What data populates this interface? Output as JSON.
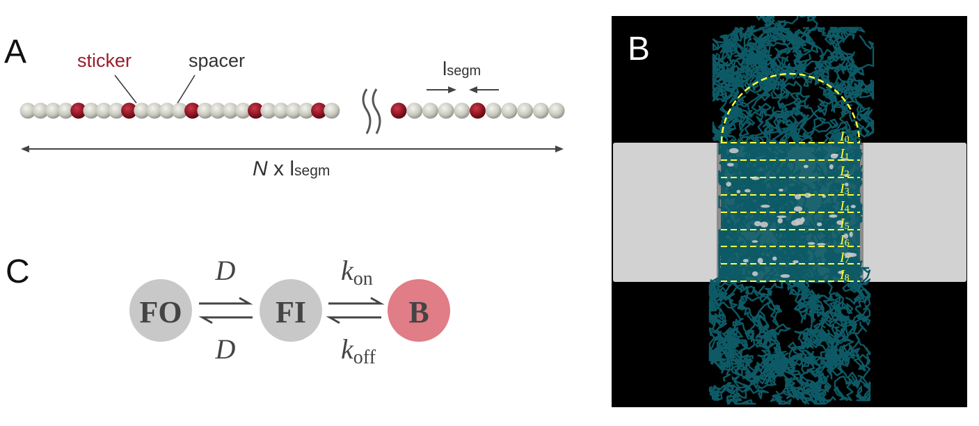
{
  "panels": {
    "a": {
      "letter": "A"
    },
    "b": {
      "letter": "B"
    },
    "c": {
      "letter": "C"
    }
  },
  "panel_a": {
    "sticker_label": "sticker",
    "spacer_label": "spacer",
    "segment_symbol": "l",
    "segment_subscript": "segm",
    "length_N": "N",
    "length_times": " x ",
    "length_symbol": "l",
    "length_subscript": "segm",
    "colors": {
      "sticker": "#9b1b2a",
      "spacer": "#c8c8c0",
      "arrow": "#444444"
    },
    "chain_left": [
      "spacer",
      "spacer",
      "spacer",
      "spacer",
      "sticker",
      "spacer",
      "spacer",
      "spacer",
      "sticker",
      "spacer",
      "spacer",
      "spacer",
      "spacer",
      "sticker",
      "spacer",
      "spacer",
      "spacer",
      "spacer",
      "sticker",
      "spacer",
      "spacer",
      "spacer",
      "spacer",
      "sticker",
      "spacer"
    ],
    "chain_right": [
      "sticker",
      "spacer",
      "spacer",
      "spacer",
      "spacer",
      "sticker",
      "spacer",
      "spacer",
      "spacer",
      "spacer",
      "spacer"
    ]
  },
  "panel_b": {
    "colors": {
      "background": "#000000",
      "slab": "#d2d2d2",
      "chain": "#0d5a66",
      "guides": "#ffff3a"
    },
    "interface_labels": [
      {
        "base": "I",
        "sub": "0"
      },
      {
        "base": "I",
        "sub": "1"
      },
      {
        "base": "I",
        "sub": "2"
      },
      {
        "base": "I",
        "sub": "3"
      },
      {
        "base": "I",
        "sub": "4"
      },
      {
        "base": "I",
        "sub": "5"
      },
      {
        "base": "I",
        "sub": "6"
      },
      {
        "base": "I",
        "sub": "7"
      },
      {
        "base": "I",
        "sub": "8"
      }
    ]
  },
  "panel_c": {
    "states": [
      {
        "label": "FO",
        "color": "#c8c8c8"
      },
      {
        "label": "FI",
        "color": "#c8c8c8"
      },
      {
        "label": "B",
        "color": "#e07d86"
      }
    ],
    "transitions": {
      "fo_fi_forward": "D",
      "fo_fi_backward": "D",
      "fi_b_forward_base": "k",
      "fi_b_forward_sub": "on",
      "fi_b_backward_base": "k",
      "fi_b_backward_sub": "off"
    }
  }
}
